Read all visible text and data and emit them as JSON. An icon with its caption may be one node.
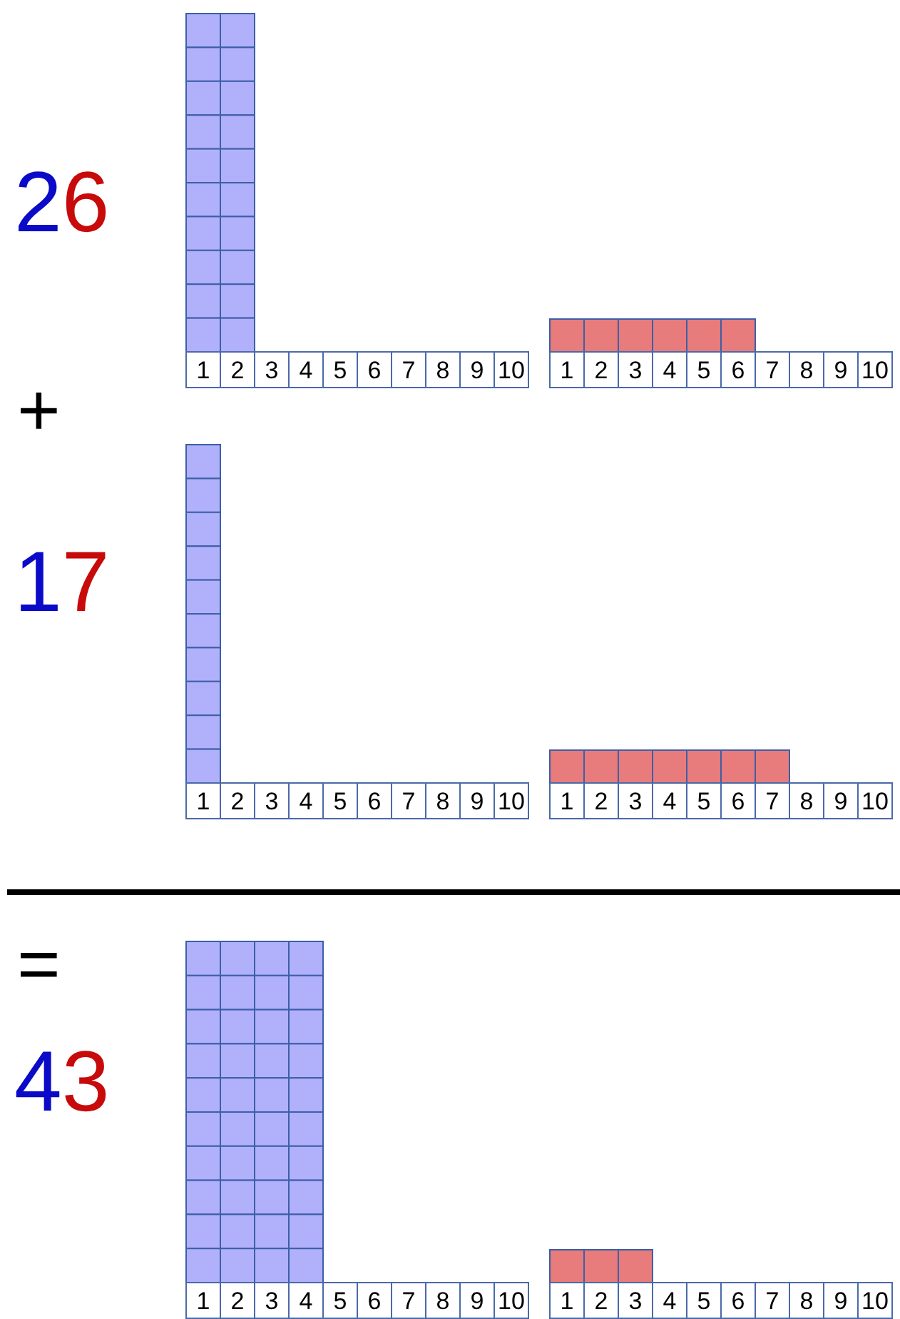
{
  "diagram": {
    "labels": [
      "26",
      "1",
      "2",
      "3",
      "4",
      "5",
      "6",
      "7",
      "8",
      "9",
      "10",
      "1",
      "2",
      "3",
      "4",
      "5",
      "6",
      "7",
      "8",
      "9",
      "10",
      "+",
      "17",
      "1",
      "2",
      "3",
      "4",
      "5",
      "6",
      "7",
      "8",
      "9",
      "10",
      "1",
      "2",
      "3",
      "4",
      "5",
      "6",
      "7",
      "8",
      "9",
      "10",
      "=",
      "43",
      "1",
      "2",
      "3",
      "4",
      "5",
      "6",
      "7",
      "8",
      "9",
      "10",
      "1",
      "2",
      "3",
      "4",
      "5",
      "6",
      "7",
      "8",
      "9",
      "10"
    ]
  }
}
